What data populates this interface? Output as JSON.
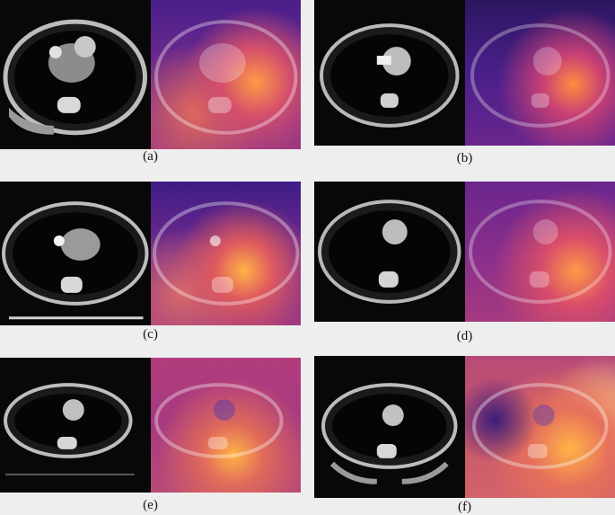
{
  "captions": {
    "a": "(a)",
    "b": "(b)",
    "c": "(c)",
    "d": "(d)",
    "e": "(e)",
    "f": "(f)"
  },
  "colors": {
    "background": "#eeeeee",
    "ct_black": "#080808",
    "heatmap_low": "#3b1c7a",
    "heatmap_mid": "#b23c7d",
    "heatmap_high": "#ffb347"
  }
}
